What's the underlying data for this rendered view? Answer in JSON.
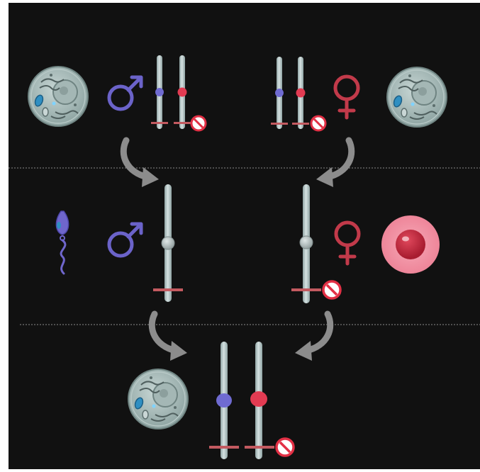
{
  "diagram": {
    "description_hidden": "",
    "colors": {
      "background": "#111111",
      "frame": "#ffffff",
      "divider": "#8a8a8a",
      "male_symbol": "#6b63c9",
      "female_symbol": "#c23a4a",
      "chromosome": "#b9c9c9",
      "chromosome_dark": "#8fa3a3",
      "centromere_blue": "#6f6bd1",
      "centromere_red": "#e23b52",
      "centromere_grey": "#a9b3b3",
      "imprint_bar": "#c35a60",
      "no_sign": "#e23045",
      "arrow": "#8c8c8c",
      "cell": "#9aaeac",
      "egg_outer": "#f08fa2",
      "egg_inner": "#c2263b",
      "sperm": "#6f66cc"
    },
    "icons": {
      "male_symbol": "male-symbol-icon",
      "female_symbol": "female-symbol-icon",
      "cell": "somatic-cell-icon",
      "sperm": "sperm-icon",
      "egg": "egg-cell-icon",
      "no_sign": "no-entry-icon",
      "arrow": "curved-arrow-icon"
    },
    "stages": [
      "parent-somatic-cells",
      "gametes",
      "offspring-somatic-cell"
    ]
  }
}
